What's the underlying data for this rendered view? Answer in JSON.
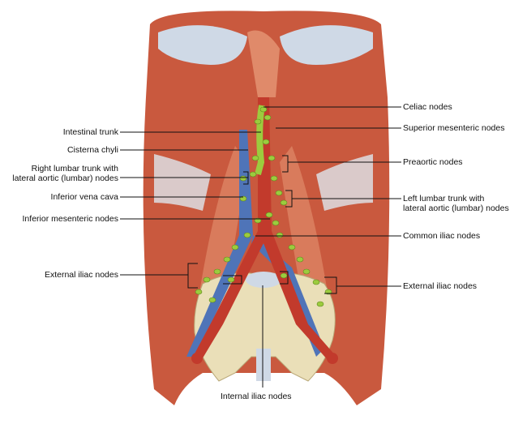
{
  "labels": {
    "left": [
      {
        "key": "intestinal_trunk",
        "lines": [
          "Intestinal trunk"
        ]
      },
      {
        "key": "cisterna_chyli",
        "lines": [
          "Cisterna chyli"
        ]
      },
      {
        "key": "right_lumbar_trunk",
        "lines": [
          "Right lumbar trunk with",
          "lateral aortic (lumbar) nodes"
        ]
      },
      {
        "key": "inferior_vena_cava",
        "lines": [
          "Inferior vena cava"
        ]
      },
      {
        "key": "inferior_mesenteric_nodes",
        "lines": [
          "Inferior mesenteric nodes"
        ]
      },
      {
        "key": "external_iliac_nodes_left",
        "lines": [
          "External iliac nodes"
        ]
      }
    ],
    "right": [
      {
        "key": "celiac_nodes",
        "lines": [
          "Celiac nodes"
        ]
      },
      {
        "key": "superior_mesenteric_nodes",
        "lines": [
          "Superior mesenteric nodes"
        ]
      },
      {
        "key": "preaortic_nodes",
        "lines": [
          "Preaortic nodes"
        ]
      },
      {
        "key": "left_lumbar_trunk",
        "lines": [
          "Left lumbar trunk with",
          "lateral aortic (lumbar) nodes"
        ]
      },
      {
        "key": "common_iliac_nodes",
        "lines": [
          "Common iliac nodes"
        ]
      },
      {
        "key": "external_iliac_nodes_right",
        "lines": [
          "External iliac nodes"
        ]
      }
    ],
    "bottom": [
      {
        "key": "internal_iliac_nodes",
        "lines": [
          "Internal iliac nodes"
        ]
      }
    ]
  },
  "colors": {
    "muscle": "#c9593e",
    "muscle_light": "#e08a6a",
    "bone": "#eadfb8",
    "vein": "#4f74b8",
    "artery": "#c23a2c",
    "node": "#9ccb3e",
    "diaphragm": "#cfd9e6"
  }
}
